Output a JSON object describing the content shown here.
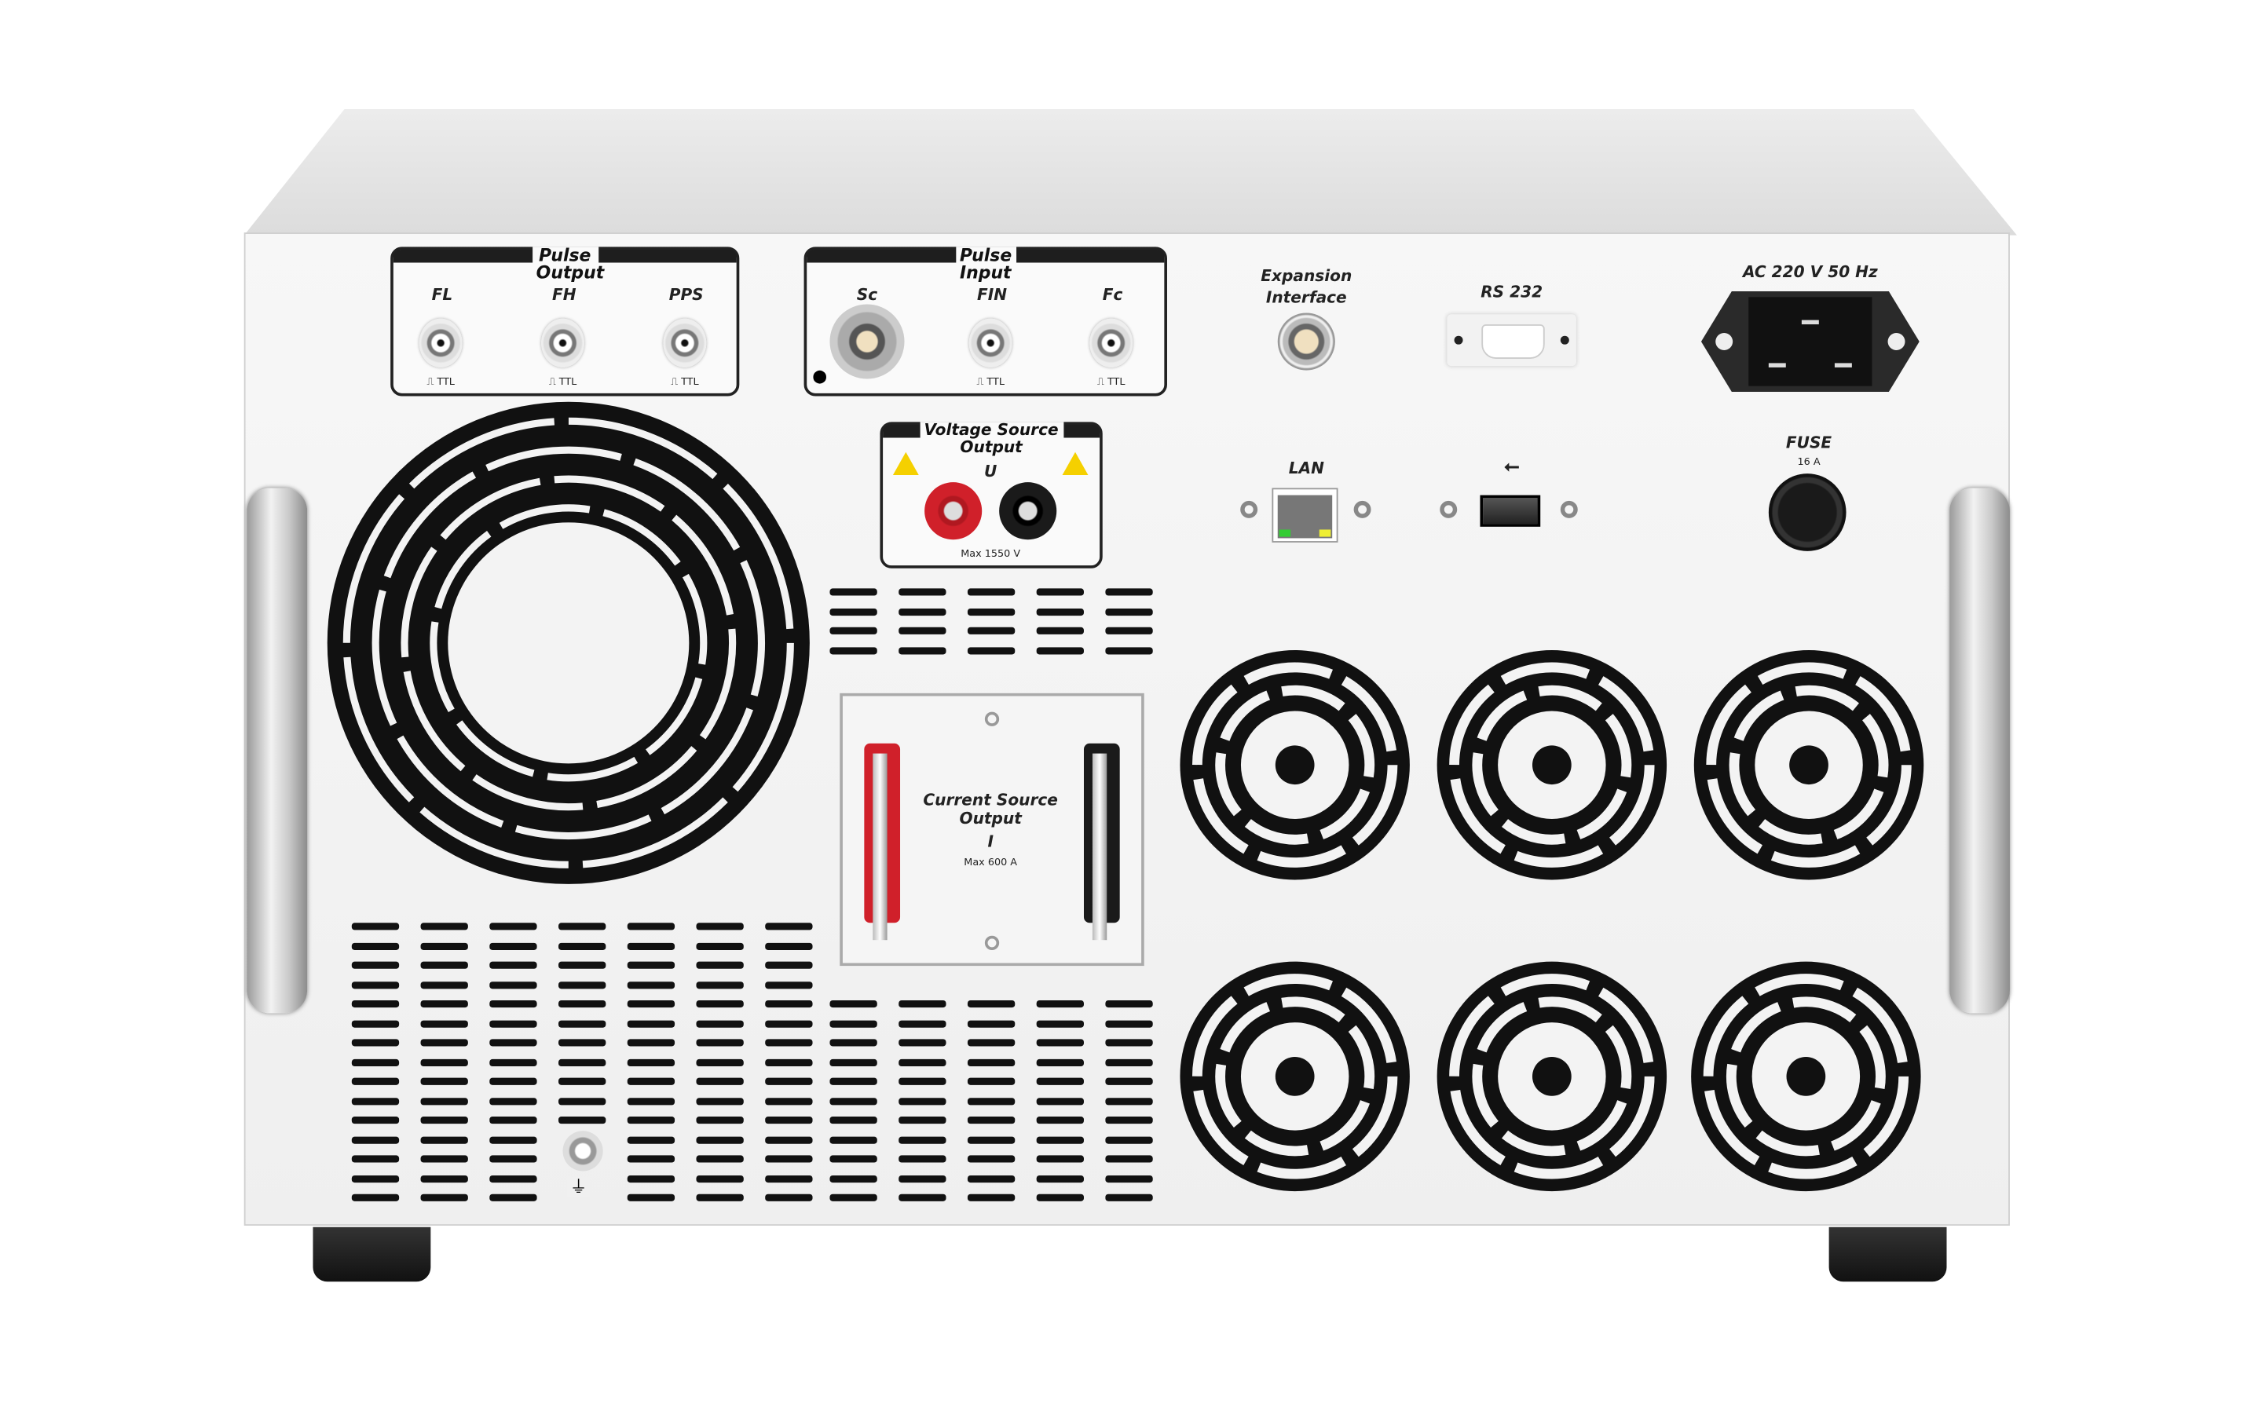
{
  "pulse_output": {
    "title": "Pulse Output",
    "ports": [
      {
        "label": "FL",
        "signal": "⎍ TTL"
      },
      {
        "label": "FH",
        "signal": "⎍ TTL"
      },
      {
        "label": "PPS",
        "signal": "⎍ TTL"
      }
    ]
  },
  "pulse_input": {
    "title": "Pulse Input",
    "ports": [
      {
        "label": "Sc",
        "signal": ""
      },
      {
        "label": "FIN",
        "signal": "⎍ TTL"
      },
      {
        "label": "Fc",
        "signal": "⎍ TTL"
      }
    ]
  },
  "expansion": {
    "label": "Expansion Interface"
  },
  "rs232": {
    "label": "RS 232"
  },
  "power": {
    "label": "AC 220 V 50 Hz"
  },
  "fuse": {
    "label": "FUSE",
    "rating": "16 A"
  },
  "lan": {
    "label": "LAN"
  },
  "usb": {
    "icon": "usb-icon",
    "symbol": "⭠"
  },
  "voltage_output": {
    "title": "Voltage Source Output",
    "symbol": "U",
    "max": "Max 1550 V",
    "colors": {
      "positive": "#d0202a",
      "negative": "#1a1a1a"
    }
  },
  "current_output": {
    "title": "Current Source Output",
    "symbol": "I",
    "max": "Max 600 A",
    "colors": {
      "positive": "#d0202a",
      "negative": "#1a1a1a"
    }
  },
  "warning_color": "#f5d000"
}
